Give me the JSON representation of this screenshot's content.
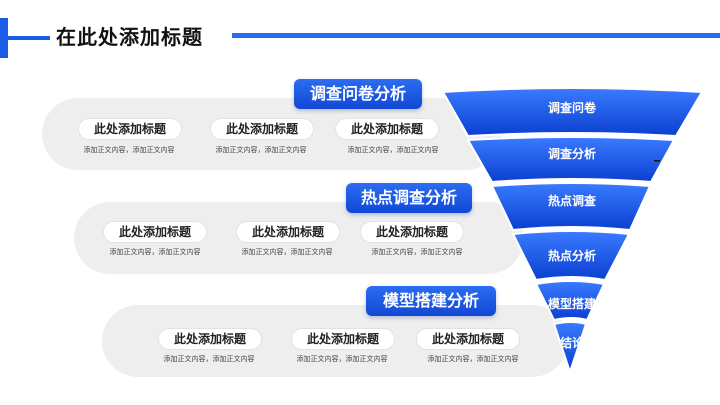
{
  "header": {
    "title": "在此处添加标题"
  },
  "sections": [
    {
      "title": "调查问卷分析",
      "items": [
        {
          "title": "此处添加标题",
          "body": "添加正文内容，添加正文内容"
        },
        {
          "title": "此处添加标题",
          "body": "添加正文内容，添加正文内容"
        },
        {
          "title": "此处添加标题",
          "body": "添加正文内容，添加正文内容"
        }
      ]
    },
    {
      "title": "热点调查分析",
      "items": [
        {
          "title": "此处添加标题",
          "body": "添加正文内容，添加正文内容"
        },
        {
          "title": "此处添加标题",
          "body": "添加正文内容，添加正文内容"
        },
        {
          "title": "此处添加标题",
          "body": "添加正文内容，添加正文内容"
        }
      ]
    },
    {
      "title": "模型搭建分析",
      "items": [
        {
          "title": "此处添加标题",
          "body": "添加正文内容，添加正文内容"
        },
        {
          "title": "此处添加标题",
          "body": "添加正文内容，添加正文内容"
        },
        {
          "title": "此处添加标题",
          "body": "添加正文内容，添加正文内容"
        }
      ]
    }
  ],
  "funnel": {
    "stages": [
      "调查问卷",
      "调查分析",
      "热点调查",
      "热点分析",
      "模型搭建",
      "结论"
    ],
    "colors": {
      "top": "#3a7bff",
      "bottom": "#0b3fd0",
      "stroke": "#ffffff"
    }
  }
}
